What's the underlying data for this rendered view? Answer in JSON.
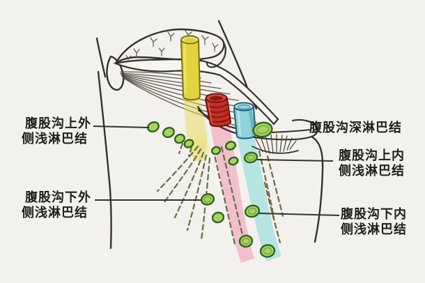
{
  "diagram": {
    "description": "inguinal-lymph-nodes-anatomy-illustration",
    "labels": {
      "superolateral_superficial": {
        "line1": "腹股沟上外",
        "line2": "侧浅淋巴结"
      },
      "inferolateral_superficial": {
        "line1": "腹股沟下外",
        "line2": "侧浅淋巴结"
      },
      "deep": {
        "line1": "腹股沟深淋巴结"
      },
      "superomedial_superficial": {
        "line1": "腹股沟上内",
        "line2": "侧浅淋巴结"
      },
      "inferomedial_superficial": {
        "line1": "腹股沟下内",
        "line2": "侧浅淋巴结"
      }
    },
    "colors": {
      "background": "#f3f1ed",
      "outline": "#36312b",
      "label_text": "#1f1d1b",
      "artery_red": "#c62f26",
      "artery_dark": "#6d120c",
      "vein_fill": "#8fd2da",
      "vein_outline": "#1d5f78",
      "artery_band": "#f2bac9",
      "vein_band": "#afe2e1",
      "cord_yellow": "#e3d43f",
      "cord_outline": "#7c720f",
      "cord_band": "#e8dc55",
      "node_fill": "#a9d162",
      "node_outline": "#2c651c",
      "lymph_dash": "#6f6d4a"
    }
  }
}
